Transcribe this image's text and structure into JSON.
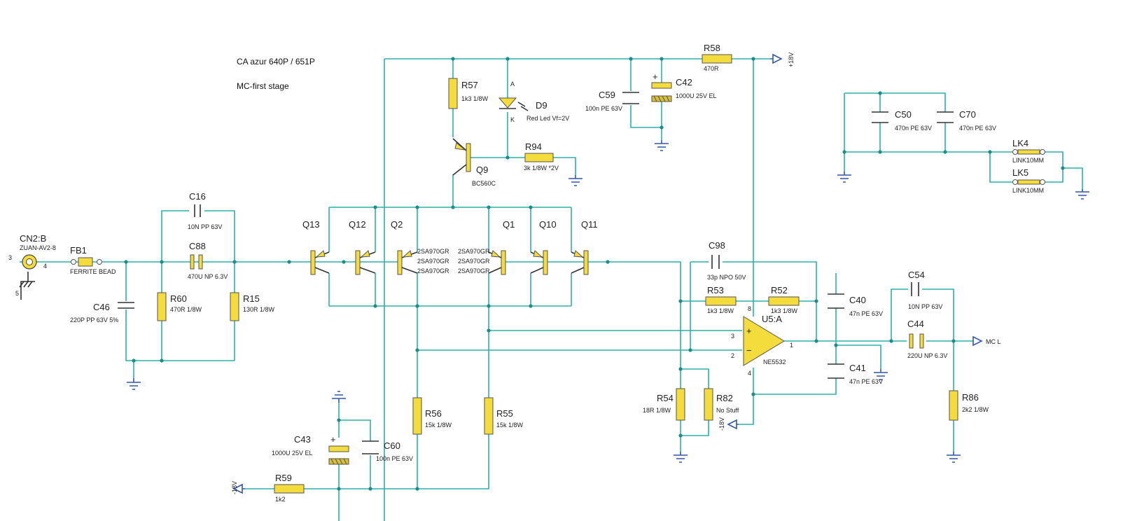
{
  "notes": {
    "title": "CA azur 640P / 651P",
    "subtitle": "MC-first stage"
  },
  "colors": {
    "wire": "#2fb0a8",
    "part": "#f3dc3c",
    "junction": "#1c8e86",
    "ground": "#3355aa"
  },
  "components": {
    "cn2": {
      "ref": "CN2:B",
      "value": "ZUAN-AV2-8",
      "pin3": "3",
      "pin4": "4",
      "pin5": "5"
    },
    "fb1": {
      "ref": "FB1",
      "value": "FERRITE BEAD"
    },
    "c16": {
      "ref": "C16",
      "value": "10N PP 63V"
    },
    "c88": {
      "ref": "C88",
      "value": "470U NP 6.3V"
    },
    "c46": {
      "ref": "C46",
      "value": "220P PP 63V 5%"
    },
    "r60": {
      "ref": "R60",
      "value": "470R 1/8W"
    },
    "r15": {
      "ref": "R15",
      "value": "130R 1/8W"
    },
    "q13": {
      "ref": "Q13"
    },
    "q12": {
      "ref": "Q12"
    },
    "q2": {
      "ref": "Q2"
    },
    "q1": {
      "ref": "Q1"
    },
    "q10": {
      "ref": "Q10"
    },
    "q11": {
      "ref": "Q11"
    },
    "qtype_left": [
      "2SA970GR",
      "2SA970GR",
      "2SA970GR"
    ],
    "qtype_right": [
      "2SA970GR",
      "2SA970GR",
      "2SA970GR"
    ],
    "r57": {
      "ref": "R57",
      "value": "1k3 1/8W"
    },
    "d9": {
      "ref": "D9",
      "value": "Red Led Vf=2V",
      "pin_a": "A",
      "pin_k": "K"
    },
    "q9": {
      "ref": "Q9",
      "value": "BC560C"
    },
    "r94": {
      "ref": "R94",
      "value": "3k 1/8W *2V"
    },
    "r58": {
      "ref": "R58",
      "value": "470R"
    },
    "c59": {
      "ref": "C59",
      "value": "100n PE 63V"
    },
    "c42": {
      "ref": "C42",
      "value": "1000U 25V EL",
      "plus": "+"
    },
    "c50": {
      "ref": "C50",
      "value": "470n PE 63V"
    },
    "c70": {
      "ref": "C70",
      "value": "470n PE 63V"
    },
    "lk4": {
      "ref": "LK4",
      "value": "LINK10MM"
    },
    "lk5": {
      "ref": "LK5",
      "value": "LINK10MM"
    },
    "c98": {
      "ref": "C98",
      "value": "33p NPO 50V"
    },
    "r53": {
      "ref": "R53",
      "value": "1k3 1/8W"
    },
    "r52": {
      "ref": "R52",
      "value": "1k3 1/8W"
    },
    "c40": {
      "ref": "C40",
      "value": "47n PE 63V"
    },
    "c41": {
      "ref": "C41",
      "value": "47n PE 63V"
    },
    "u5a": {
      "ref": "U5:A",
      "value": "NE5532",
      "pin_plus": "3",
      "pin_minus": "2",
      "pin_out": "1",
      "pin_v_plus": "8",
      "pin_v_minus": "4",
      "sym_plus": "+",
      "sym_minus": "−"
    },
    "c54": {
      "ref": "C54",
      "value": "10N PP 63V"
    },
    "c44": {
      "ref": "C44",
      "value": "220U NP 6.3V"
    },
    "r86": {
      "ref": "R86",
      "value": "2k2 1/8W"
    },
    "r54": {
      "ref": "R54",
      "value": "18R 1/8W"
    },
    "r82": {
      "ref": "R82",
      "value": "No Stuff"
    },
    "r56": {
      "ref": "R56",
      "value": "15k 1/8W"
    },
    "r55": {
      "ref": "R55",
      "value": "15k 1/8W"
    },
    "c43": {
      "ref": "C43",
      "value": "1000U 25V EL",
      "plus": "+"
    },
    "c60": {
      "ref": "C60",
      "value": "100n PE 63V"
    },
    "r59": {
      "ref": "R59",
      "value": "1k2"
    }
  },
  "nets": {
    "pos_rail": "+18V",
    "neg_rail_opamp": "-18V",
    "neg_rail_bottom": "-18V",
    "output": "MC L"
  }
}
